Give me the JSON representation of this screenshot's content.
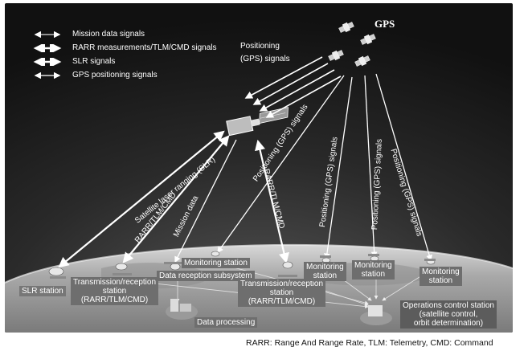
{
  "legend": {
    "items": [
      {
        "label": "Mission data signals",
        "style": "thin"
      },
      {
        "label": "RARR measurements/TLM/CMD signals",
        "style": "thick"
      },
      {
        "label": "SLR signals",
        "style": "thick"
      },
      {
        "label": "GPS positioning signals",
        "style": "thin"
      }
    ]
  },
  "space": {
    "gps_title": "GPS",
    "positioning_label_line1": "Positioning",
    "positioning_label_line2": "(GPS) signals"
  },
  "links": {
    "slr": "Satellite laser ranging (SLR)",
    "rarr_left": "RARR/TLM/CMD",
    "mission_data": "Mission data",
    "rarr_right": "RARR/TLM/CMD",
    "pos1": "Positioning (GPS) signals",
    "pos2": "Positioning (GPS) signals",
    "pos3": "Positioning (GPS) signals",
    "pos4": "Positioning (GPS) signals"
  },
  "ground": {
    "slr_station": "SLR station",
    "tx_left_line1": "Transmission/reception",
    "tx_left_line2": "station",
    "tx_left_line3": "(RARR/TLM/CMD)",
    "monitoring_1": "Monitoring station",
    "data_reception": "Data reception subsystem",
    "tx_right_line1": "Transmission/reception",
    "tx_right_line2": "station",
    "tx_right_line3": "(RARR/TLM/CMD)",
    "monitoring_2_line1": "Monitoring",
    "monitoring_2_line2": "station",
    "monitoring_3_line1": "Monitoring",
    "monitoring_3_line2": "station",
    "monitoring_4_line1": "Monitoring",
    "monitoring_4_line2": "station",
    "data_processing": "Data processing",
    "ops_line1": "Operations control station",
    "ops_line2": "(satellite control,",
    "ops_line3": "orbit determination)"
  },
  "footnote": "RARR: Range And Range Rate, TLM: Telemetry, CMD: Command"
}
